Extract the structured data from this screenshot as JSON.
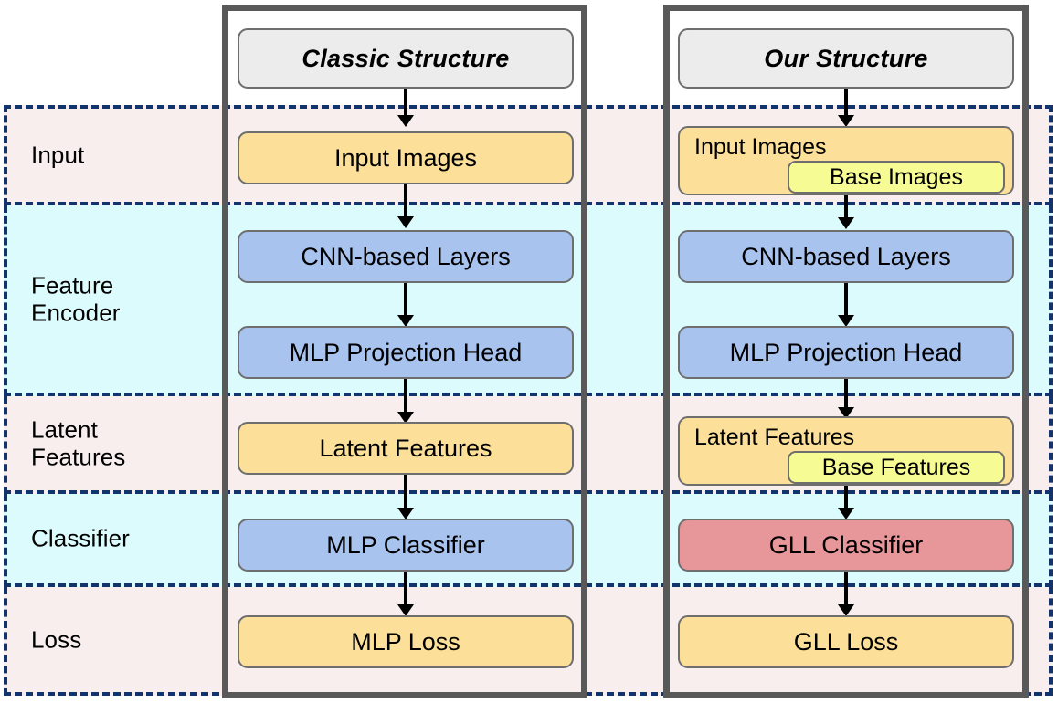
{
  "figure": {
    "kind": "architecture-comparison-diagram",
    "colors": {
      "stage_pink": "#f8eeee",
      "stage_cyan": "#dcfbfd",
      "dashed_border": "#12336b",
      "column_frame": "#595959",
      "title_box": "#ececec",
      "yellow_box": "#fce09a",
      "blue_box": "#a9c3ef",
      "red_box": "#e79699",
      "nested_box": "#f6fb93",
      "box_border": "#6e6e6e",
      "arrow": "#000000"
    }
  },
  "stages": [
    {
      "label": "Input"
    },
    {
      "label": "Feature\nEncoder"
    },
    {
      "label": "Latent\nFeatures"
    },
    {
      "label": "Classifier"
    },
    {
      "label": "Loss"
    }
  ],
  "columns": [
    {
      "id": "classic",
      "title": "Classic Structure",
      "nodes": {
        "input": "Input Images",
        "cnn": "CNN-based Layers",
        "mlp_head": "MLP Projection Head",
        "latent": "Latent Features",
        "classifier": "MLP Classifier",
        "loss": "MLP Loss"
      }
    },
    {
      "id": "ours",
      "title": "Our Structure",
      "nodes": {
        "input": "Input Images",
        "input_nested": "Base Images",
        "cnn": "CNN-based Layers",
        "mlp_head": "MLP Projection Head",
        "latent": "Latent Features",
        "latent_nested": "Base Features",
        "classifier": "GLL Classifier",
        "loss": "GLL Loss"
      }
    }
  ]
}
